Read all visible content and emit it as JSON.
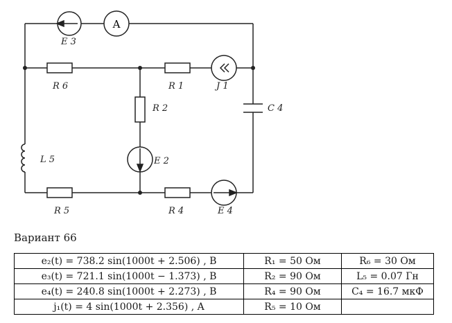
{
  "circuit": {
    "ammeter": "A",
    "labels": {
      "E3": "E 3",
      "R6": "R 6",
      "R1": "R 1",
      "J1": "J 1",
      "R2": "R 2",
      "C4": "C 4",
      "L5": "L 5",
      "E2": "E 2",
      "R5": "R 5",
      "R4": "R 4",
      "E4": "E 4"
    }
  },
  "variant": "Вариант 66",
  "table": {
    "rows": [
      [
        "e₂(t) = 738.2 sin(1000t + 2.506) , B",
        "R₁ = 50 Ом",
        "R₆ = 30 Ом"
      ],
      [
        "e₃(t) = 721.1 sin(1000t − 1.373) , B",
        "R₂ = 90 Ом",
        "L₅ = 0.07 Гн"
      ],
      [
        "e₄(t) = 240.8 sin(1000t + 2.273) , B",
        "R₄ = 90 Ом",
        "C₄ = 16.7 мкФ"
      ],
      [
        "j₁(t) = 4 sin(1000t + 2.356) , A",
        "R₅ = 10 Ом",
        ""
      ]
    ]
  }
}
